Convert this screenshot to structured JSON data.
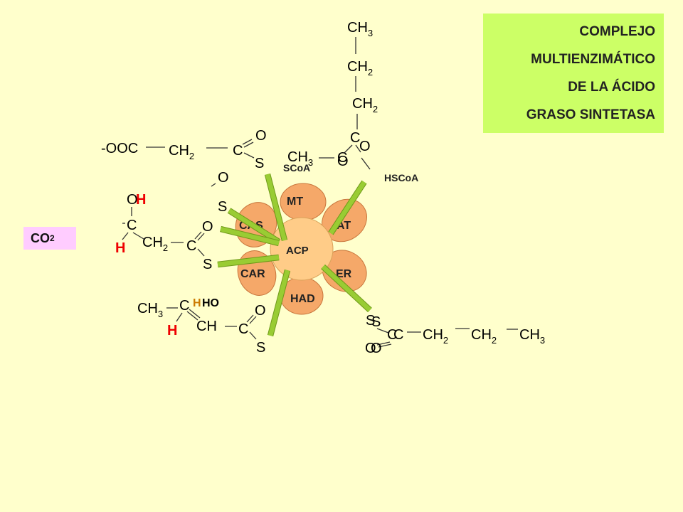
{
  "title": {
    "lines": [
      "COMPLEJO",
      "MULTIENZIMÁTICO",
      "DE LA ÁCIDO",
      "GRASO SINTETASA"
    ]
  },
  "co2_label": {
    "main": "CO",
    "sub": "2"
  },
  "colors": {
    "background": "#ffffcc",
    "title_box": "#ccff66",
    "co2_box": "#ffccff",
    "enzyme_petal": "#f5a869",
    "acp_center": "#ffcc88",
    "arm": "#99cc33",
    "red_atom": "#ee0000"
  },
  "enzymes": {
    "center": "ACP",
    "mt": "MT",
    "at": "AT",
    "er": "ER",
    "had": "HAD",
    "car": "CAR",
    "cas": "CAS"
  },
  "coenzymes": {
    "hscoa": "HSCoA",
    "scoa": "SCoA"
  },
  "butyryl_chain": {
    "ch3": "CH",
    "ch3_sub": "3",
    "ch2_a": "CH",
    "ch2_a_sub": "2",
    "ch2_b": "CH",
    "ch2_b_sub": "2",
    "c": "C",
    "o": "O"
  },
  "acetyl_coa": {
    "ch3": "CH",
    "ch3_sub": "3",
    "c": "C",
    "o": "O"
  },
  "malonyl": {
    "ooc": "-OOC",
    "ch2": "CH",
    "ch2_sub": "2",
    "c": "C",
    "o": "O",
    "s": "S"
  },
  "second_fragment": {
    "o": "O",
    "s": "S"
  },
  "hydroxy_intermediate": {
    "o": "O",
    "h_top": "H",
    "c": "C",
    "h_bottom": "H",
    "ch2": "CH",
    "ch2_sub": "2",
    "c2": "C",
    "o2": "O",
    "s": "S"
  },
  "crotonyl_intermediate": {
    "ch3": "CH",
    "ch3_sub": "3",
    "c": "C",
    "h_orange": "H",
    "ho": "HO",
    "h_red": "H",
    "ch": "CH",
    "c2": "C",
    "o": "O",
    "s": "S"
  },
  "product_chain": {
    "s1": "S",
    "s2": "S",
    "c1": "C",
    "c2": "C",
    "ch2_a": "CH",
    "ch2_a_sub": "2",
    "ch2_b": "CH",
    "ch2_b_sub": "2",
    "ch3": "CH",
    "ch3_sub": "3",
    "o1": "O",
    "o2": "O"
  }
}
